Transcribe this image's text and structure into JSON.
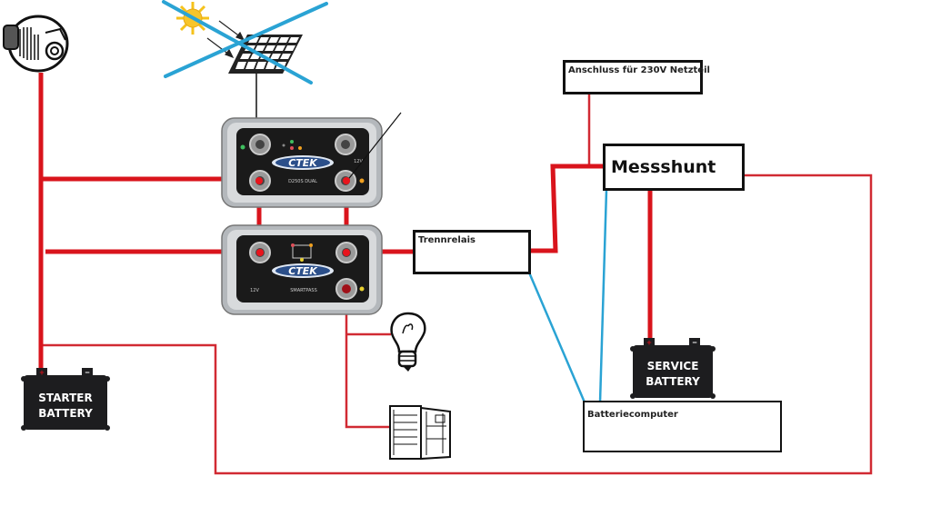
{
  "diagram": {
    "title": "Wiring diagram: CTEK D250S Dual + SmartPass with shunt and battery computer",
    "labels": {
      "netzteil": "Anschluss für 230V Netzteil",
      "messshunt": "Messshunt",
      "trennrelais": "Trennrelais",
      "batteriecomputer": "Batteriecomputer"
    },
    "batteries": {
      "starter": {
        "line1": "STARTER",
        "line2": "BATTERY",
        "plus": "+",
        "minus": "−"
      },
      "service": {
        "line1": "SERVICE",
        "line2": "BATTERY",
        "plus": "+",
        "minus": "−"
      }
    },
    "devices": {
      "d250s": {
        "brand": "CTEK",
        "model": "D250S DUAL",
        "voltage": "12V"
      },
      "smartpass": {
        "brand": "CTEK",
        "model": "SMARTPASS",
        "voltage": "12V"
      }
    },
    "components": [
      "alternator",
      "solar-panel (crossed out)",
      "light-bulb",
      "fridge"
    ],
    "colors": {
      "positive_wire": "#d9141c",
      "thin_wire": "#d12a33",
      "signal_wire": "#2aa3d4",
      "cross_out": "#2aa3d4",
      "battery_body": "#1d1d1f",
      "device_face": "#1a1a1a",
      "device_frame": "#a9adb1"
    }
  }
}
